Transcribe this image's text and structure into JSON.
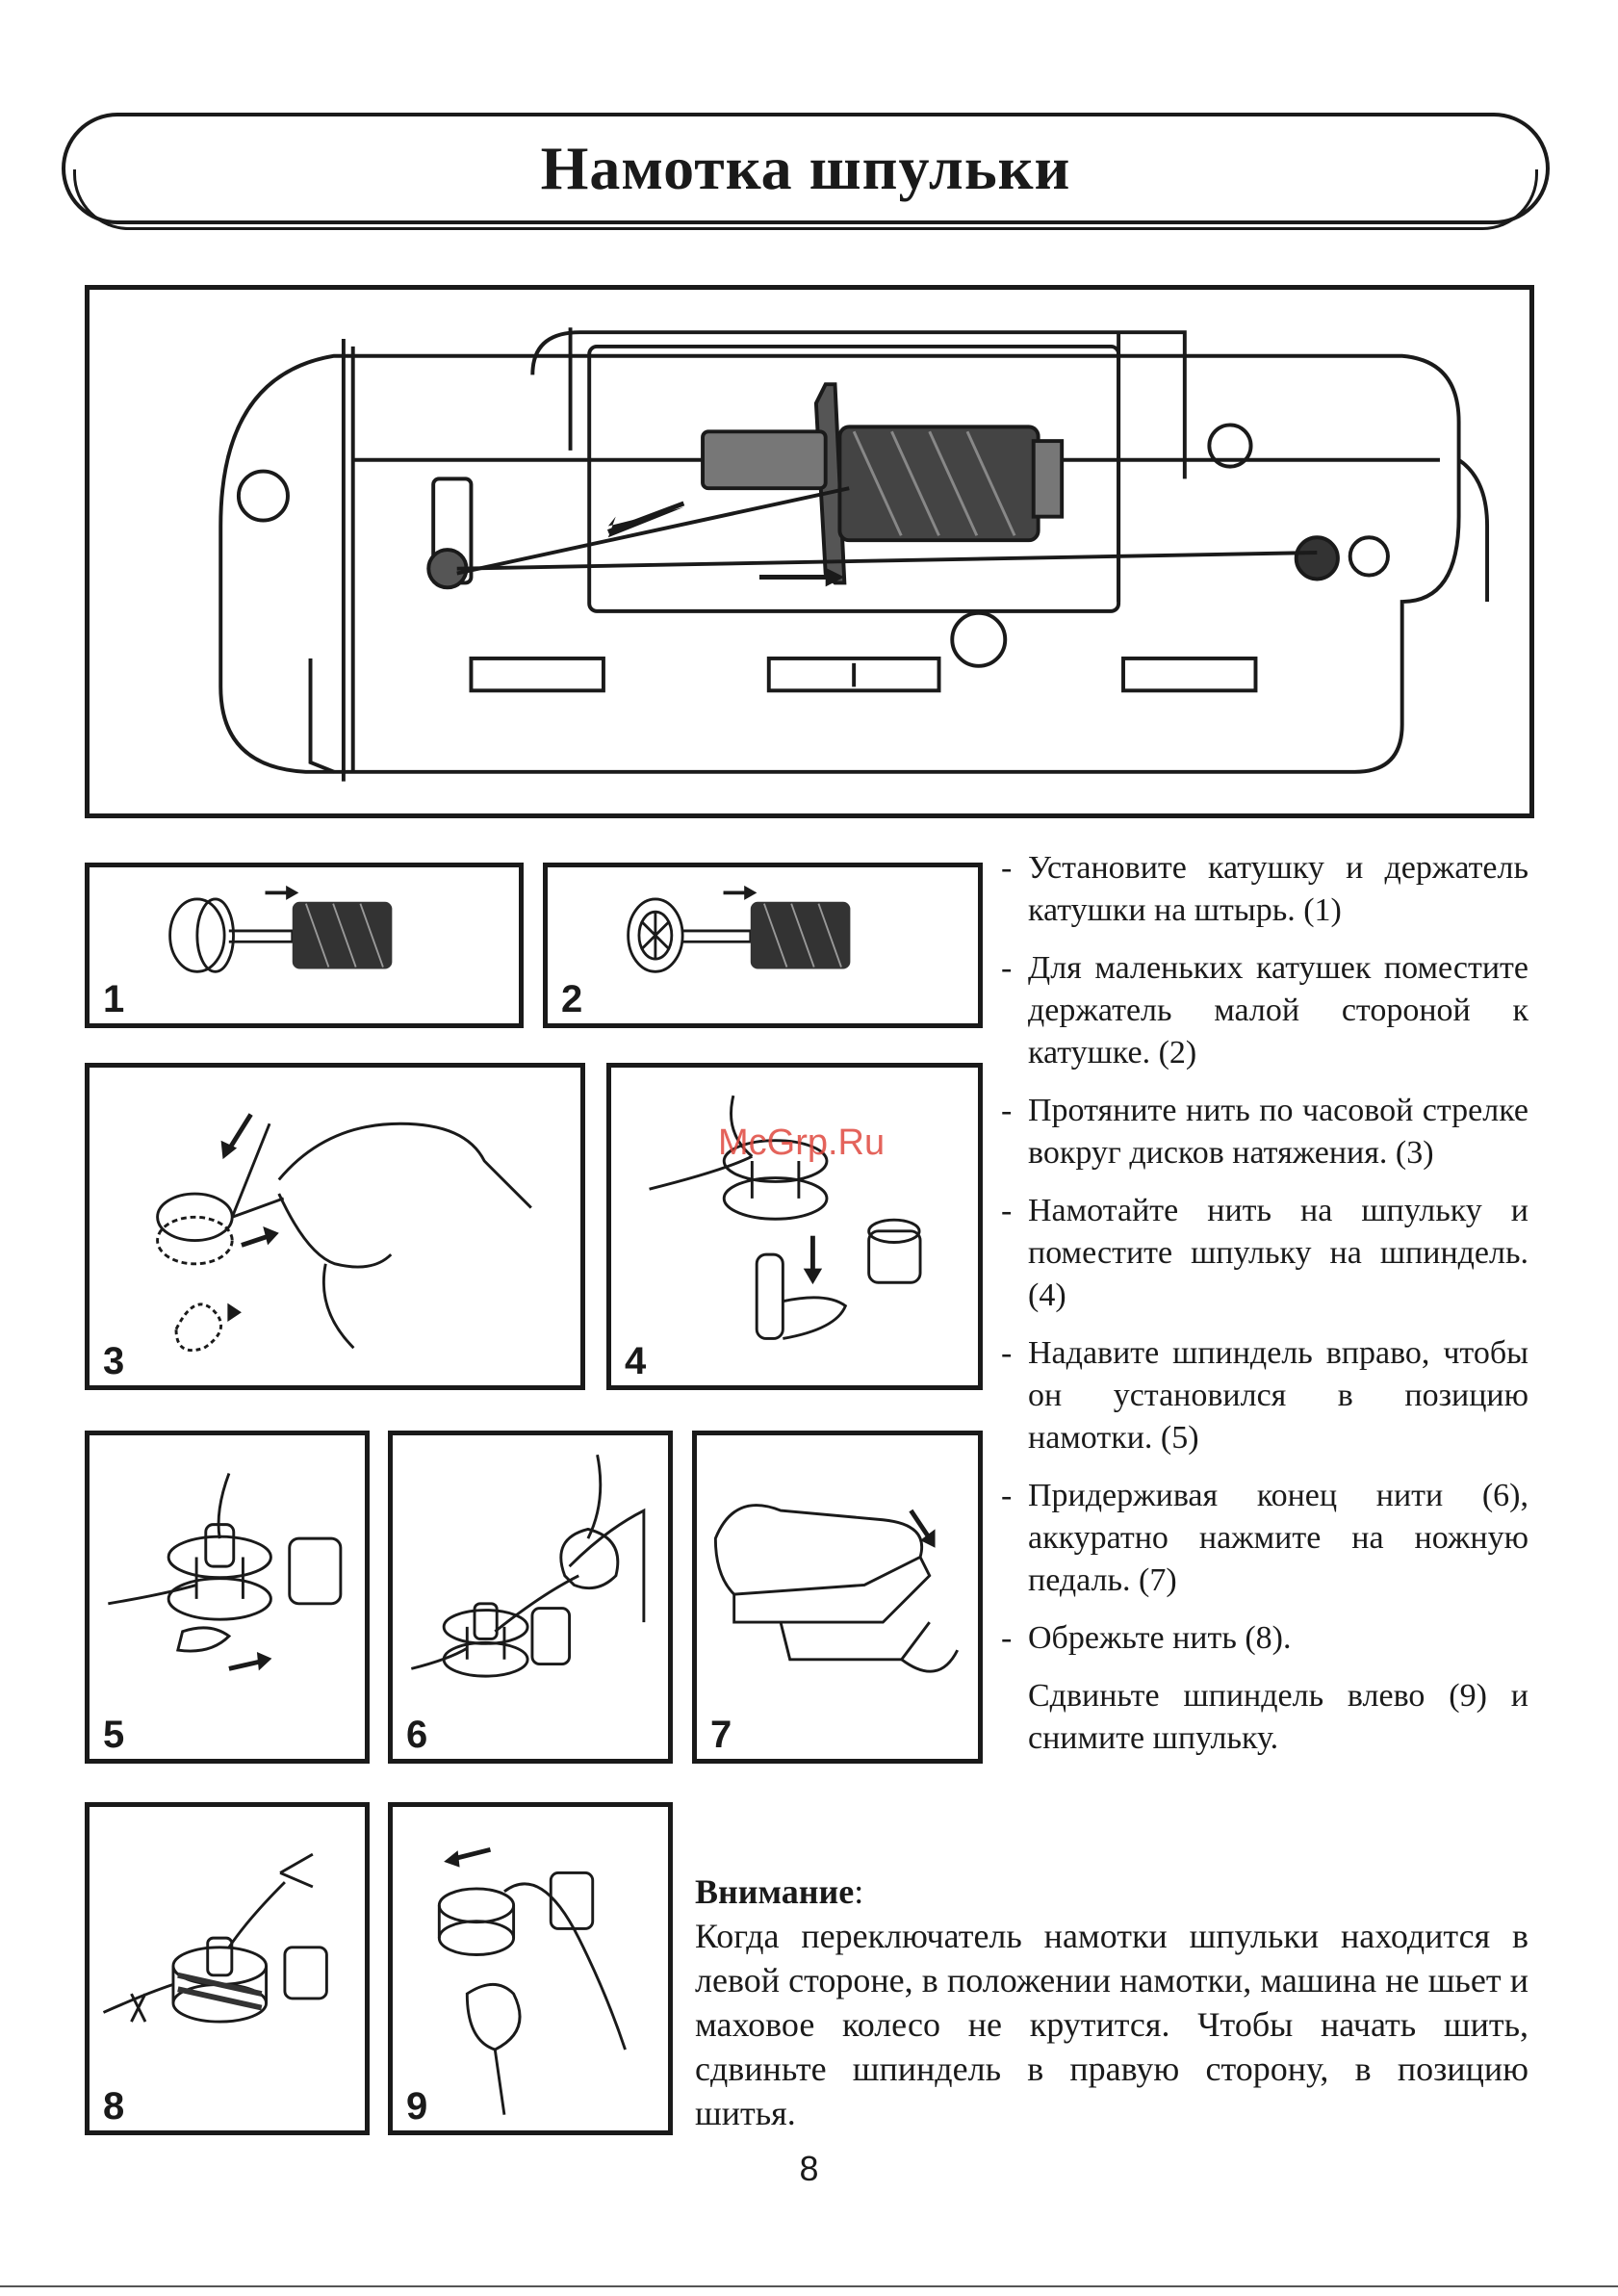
{
  "page": {
    "title": "Намотка шпульки",
    "page_number": "8",
    "watermark": "McGrp.Ru"
  },
  "figures": [
    {
      "label": "1"
    },
    {
      "label": "2"
    },
    {
      "label": "3"
    },
    {
      "label": "4"
    },
    {
      "label": "5"
    },
    {
      "label": "6"
    },
    {
      "label": "7"
    },
    {
      "label": "8"
    },
    {
      "label": "9"
    }
  ],
  "steps": [
    {
      "dash": "-",
      "text": "Установите катушку и держатель катушки на штырь. (1)"
    },
    {
      "dash": "-",
      "text": "Для маленьких катушек поместите держатель малой стороной к катушке. (2)"
    },
    {
      "dash": "-",
      "text": "Протяните нить по часовой стрелке вокруг дисков натяжения. (3)"
    },
    {
      "dash": "-",
      "text": "Намотайте нить на шпульку и поместите шпульку на шпиндель. (4)"
    },
    {
      "dash": "-",
      "text": "Надавите шпиндель вправо, чтобы он установился в позицию намотки. (5)"
    },
    {
      "dash": "-",
      "text": "Придерживая конец нити (6), аккуратно нажмите на ножную педаль. (7)"
    },
    {
      "dash": "-",
      "text": "Обрежьте нить (8)."
    },
    {
      "dash": "",
      "text": "Сдвиньте шпиндель влево (9) и снимите шпульку."
    }
  ],
  "attention": {
    "heading": "Внимание",
    "colon": ":",
    "text": "Когда переключатель намотки шпульки находится в левой стороне, в положении намотки, машина не шьет и маховое колесо не крутится. Чтобы начать шить, сдвиньте шпиндель в правую сторону, в позицию шитья."
  }
}
